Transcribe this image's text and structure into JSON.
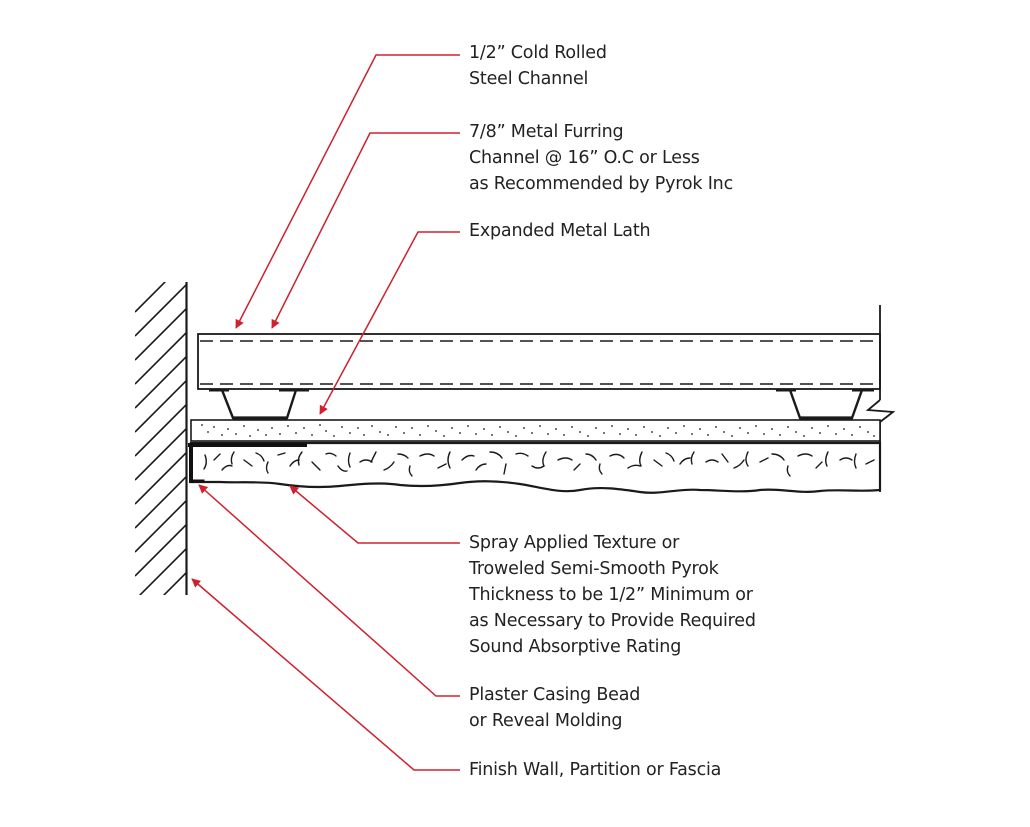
{
  "diagram": {
    "type": "ceiling-section-detail",
    "colors": {
      "leader": "#d0202e",
      "line": "#1a1a1a",
      "text": "#222222",
      "background": "#ffffff"
    },
    "labels": [
      {
        "id": "cold-rolled-channel",
        "lines": [
          "1/2” Cold Rolled",
          "Steel Channel"
        ]
      },
      {
        "id": "metal-furring-channel",
        "lines": [
          "7/8” Metal Furring",
          "Channel @ 16” O.C or Less",
          "as Recommended by Pyrok Inc"
        ]
      },
      {
        "id": "expanded-metal-lath",
        "lines": [
          "Expanded Metal Lath"
        ]
      },
      {
        "id": "spray-texture",
        "lines": [
          "Spray Applied Texture or",
          "Troweled Semi-Smooth Pyrok",
          "Thickness to be 1/2” Minimum or",
          "as Necessary to Provide Required",
          "Sound Absorptive Rating"
        ]
      },
      {
        "id": "casing-bead",
        "lines": [
          "Plaster Casing Bead",
          "or Reveal Molding"
        ]
      },
      {
        "id": "finish-wall",
        "lines": [
          "Finish Wall, Partition or Fascia"
        ]
      }
    ]
  }
}
